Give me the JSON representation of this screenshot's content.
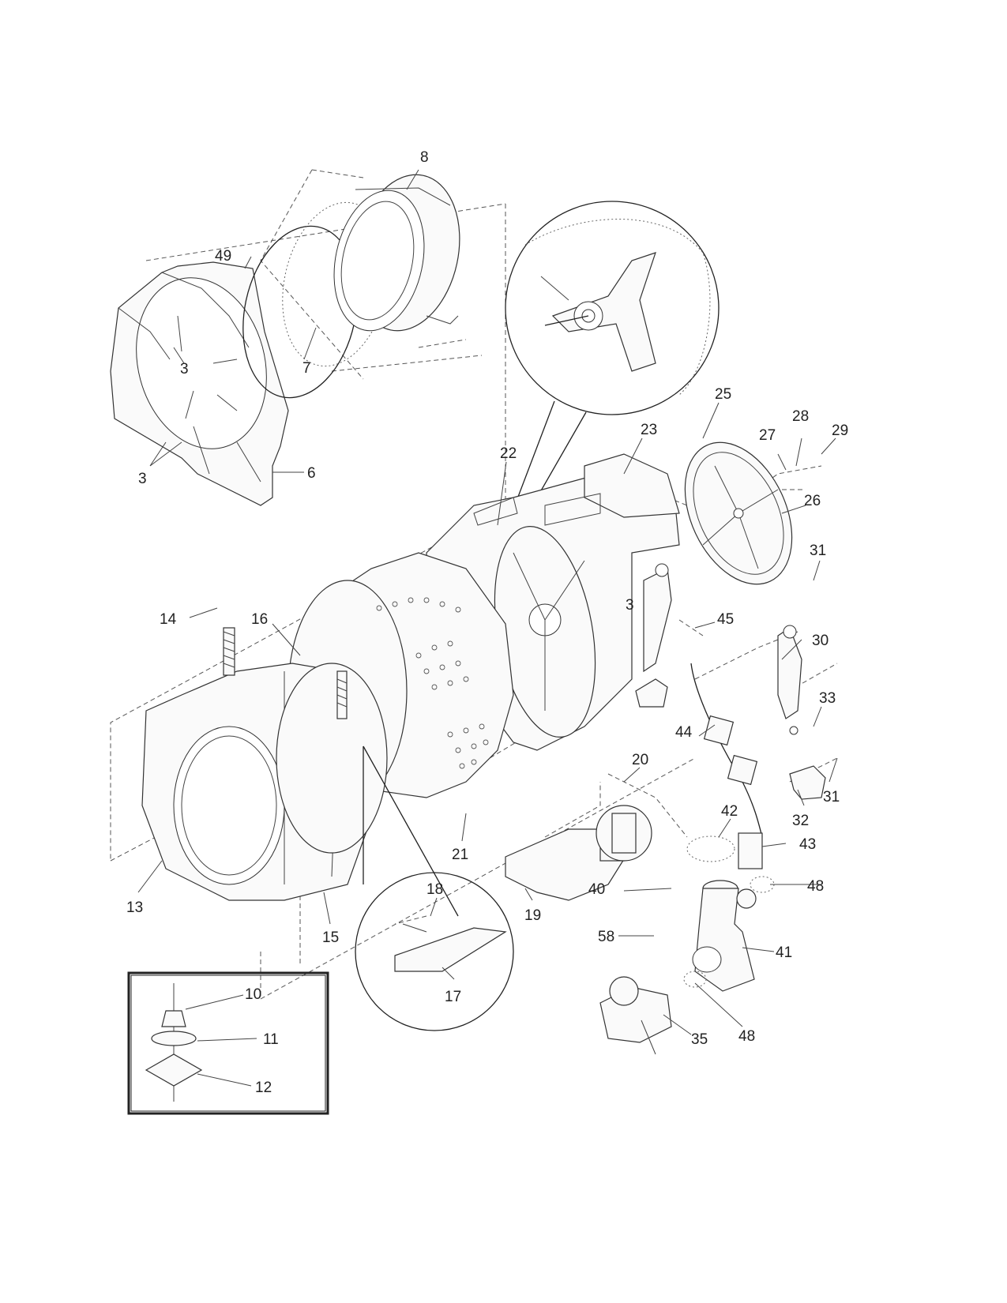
{
  "labels": {
    "p8": "8",
    "p49": "49",
    "p7": "7",
    "p3a": "3",
    "p3b": "3",
    "p3c": "3",
    "p6": "6",
    "p22": "22",
    "p23": "23",
    "p25": "25",
    "p27": "27",
    "p28": "28",
    "p29": "29",
    "p26": "26",
    "p31a": "31",
    "p31b": "31",
    "p45": "45",
    "p14": "14",
    "p16": "16",
    "p30": "30",
    "p33": "33",
    "p44": "44",
    "p20": "20",
    "p32": "32",
    "p42": "42",
    "p43": "43",
    "p21": "21",
    "p48a": "48",
    "p48b": "48",
    "p40": "40",
    "p13": "13",
    "p18": "18",
    "p19": "19",
    "p15": "15",
    "p58": "58",
    "p41": "41",
    "p17": "17",
    "p10": "10",
    "p11": "11",
    "p12": "12",
    "p35": "35"
  }
}
